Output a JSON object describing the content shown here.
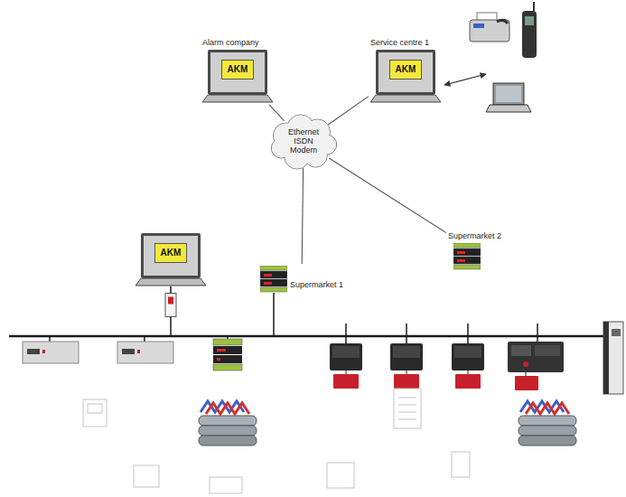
{
  "diagram": {
    "nodes": [
      {
        "text": [
          "Alarm company",
          "AKM"
        ]
      },
      {
        "text": [
          "Service centre 1",
          "AKM"
        ]
      },
      {
        "text": [
          "Ethernet ISDN Modem"
        ]
      },
      {
        "text": [
          "Supermarket 2"
        ]
      },
      {
        "text": [
          "Supermarket 1"
        ]
      },
      {
        "text": [
          "AKM"
        ]
      }
    ],
    "edges": [
      {
        "from": 2,
        "to": 0,
        "arrow": "none"
      },
      {
        "from": 2,
        "to": 1,
        "arrow": "none"
      },
      {
        "from": 2,
        "to": 3,
        "arrow": "none"
      },
      {
        "from": 2,
        "to": 4,
        "arrow": "none"
      }
    ]
  }
}
